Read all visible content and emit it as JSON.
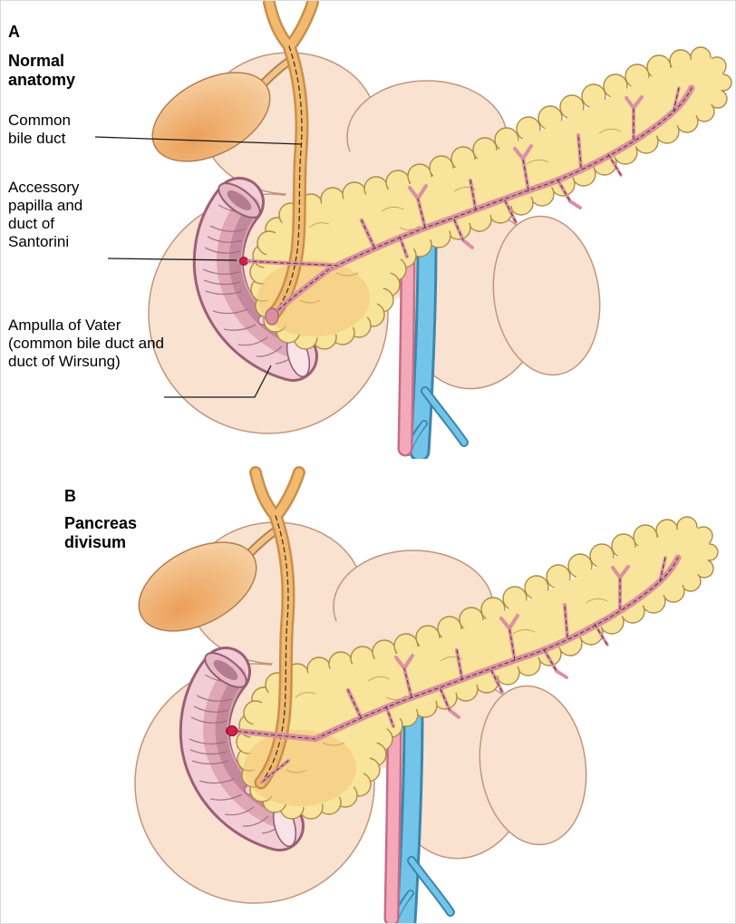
{
  "panel_a": {
    "letter": "A",
    "title": "Normal anatomy",
    "labels": {
      "common_bile_duct": "Common bile duct",
      "accessory_papilla": "Accessory papilla and duct of Santorini",
      "ampulla": "Ampulla of Vater (common bile duct and duct of Wirsung)"
    }
  },
  "panel_b": {
    "letter": "B",
    "title": "Pancreas divisum"
  },
  "colors": {
    "body_background": "#f9e2cf",
    "pancreas": "#f8e49b",
    "pancreatic_duct_pink": "#dd8fa2",
    "bile_duct_orange": "#f2ba6e",
    "duodenum_pink": "#f2ccd6",
    "vein_blue": "#72c5e9",
    "artery_pink": "#f4a9ba",
    "papilla_red": "#d2204a"
  }
}
